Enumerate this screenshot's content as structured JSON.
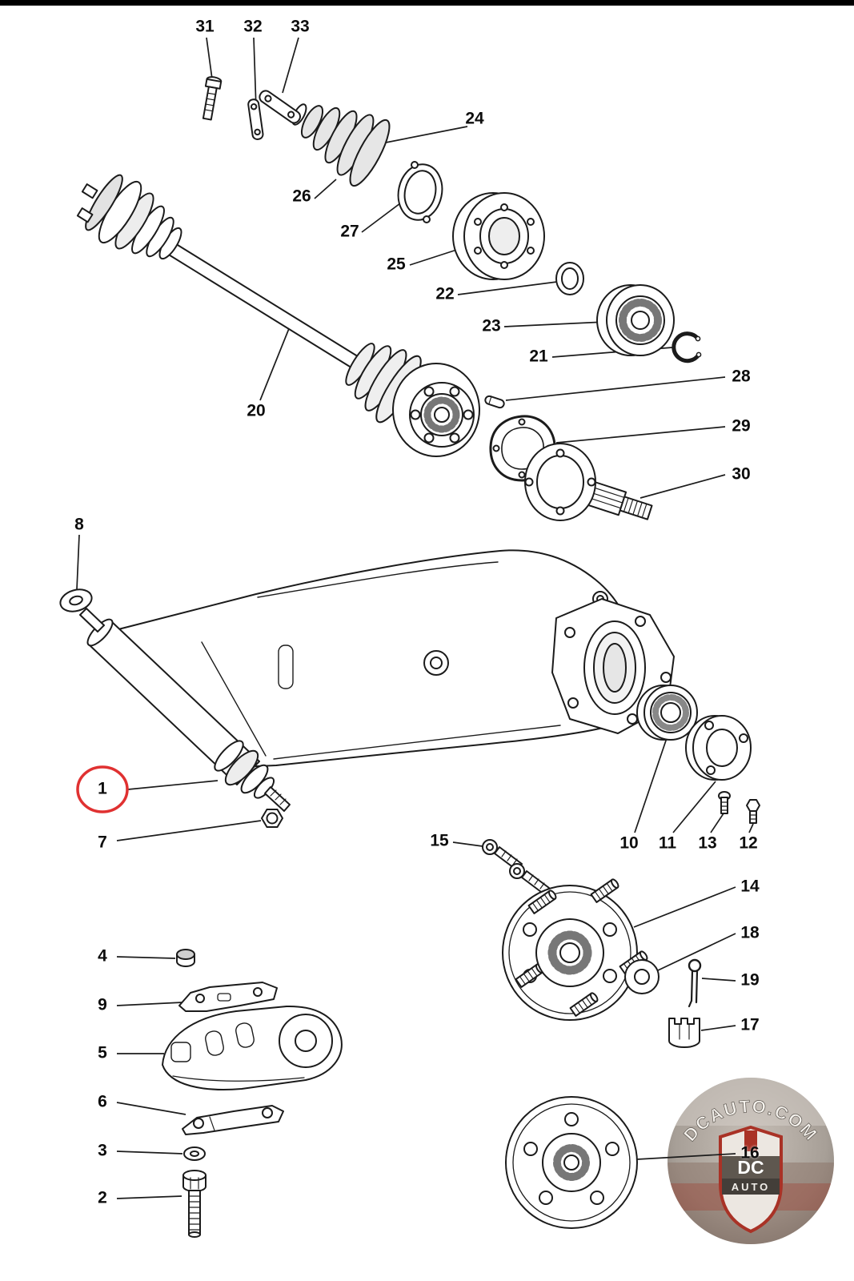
{
  "page": {
    "background": "#ffffff",
    "line_color": "#1b1b1b"
  },
  "highlight": {
    "part_number": "1",
    "ring_color": "#e03131"
  },
  "callouts": {
    "c1": "1",
    "c2": "2",
    "c3": "3",
    "c4": "4",
    "c5": "5",
    "c6": "6",
    "c7": "7",
    "c8": "8",
    "c9": "9",
    "c10": "10",
    "c11": "11",
    "c12": "12",
    "c13": "13",
    "c14": "14",
    "c15": "15",
    "c16": "16",
    "c17": "17",
    "c18": "18",
    "c19": "19",
    "c20": "20",
    "c21": "21",
    "c22": "22",
    "c23": "23",
    "c24": "24",
    "c25": "25",
    "c26": "26",
    "c27": "27",
    "c28": "28",
    "c29": "29",
    "c30": "30",
    "c31": "31",
    "c32": "32",
    "c33": "33"
  },
  "watermark": {
    "arc_text": "DCAUTO.COM",
    "shield_top": "DC",
    "shield_bottom": "AUTO",
    "accent": "#a93226"
  }
}
